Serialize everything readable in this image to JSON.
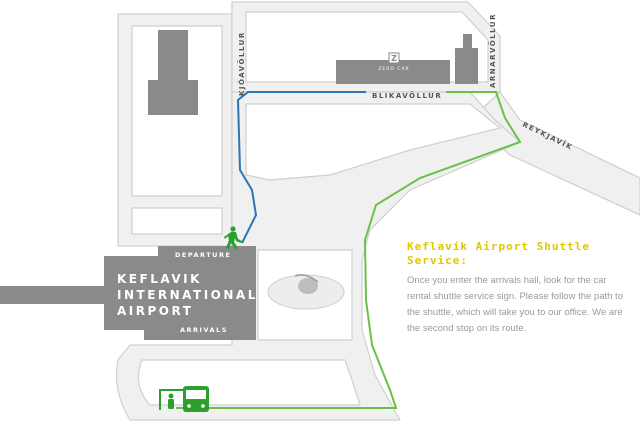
{
  "streets": {
    "kjoavollur": "KJÓAVÖLLUR",
    "blikavollur": "BLIKAVÖLLUR",
    "arnarvollur": "ARNARVÖLLUR",
    "reykjavik": "REYKJAVÍK"
  },
  "office": {
    "name": "ZERO CAR",
    "logo": "Z"
  },
  "terminal": {
    "line1": "KEFLAVIK",
    "line2": "INTERNATIONAL",
    "line3": "AIRPORT",
    "departure": "DEPARTURE",
    "arrivals": "ARRIVALS"
  },
  "info": {
    "title": "Keflavík Airport Shuttle Service:",
    "body": "Once you enter the arrivals hall, look for the car rental shuttle service sign. Please follow the path to the shuttle, which will take you to our office. We are the second stop on its route."
  },
  "colors": {
    "walking_route": "#2e75b6",
    "shuttle_route": "#6cc04a",
    "title_accent": "#e0c700",
    "building": "#8a8a8a",
    "road_fill": "#f0f0f0",
    "road_outline": "#cfcfcf"
  },
  "icons": {
    "walker": "walking-person-icon",
    "bus_stop": "bus-stop-icon"
  }
}
